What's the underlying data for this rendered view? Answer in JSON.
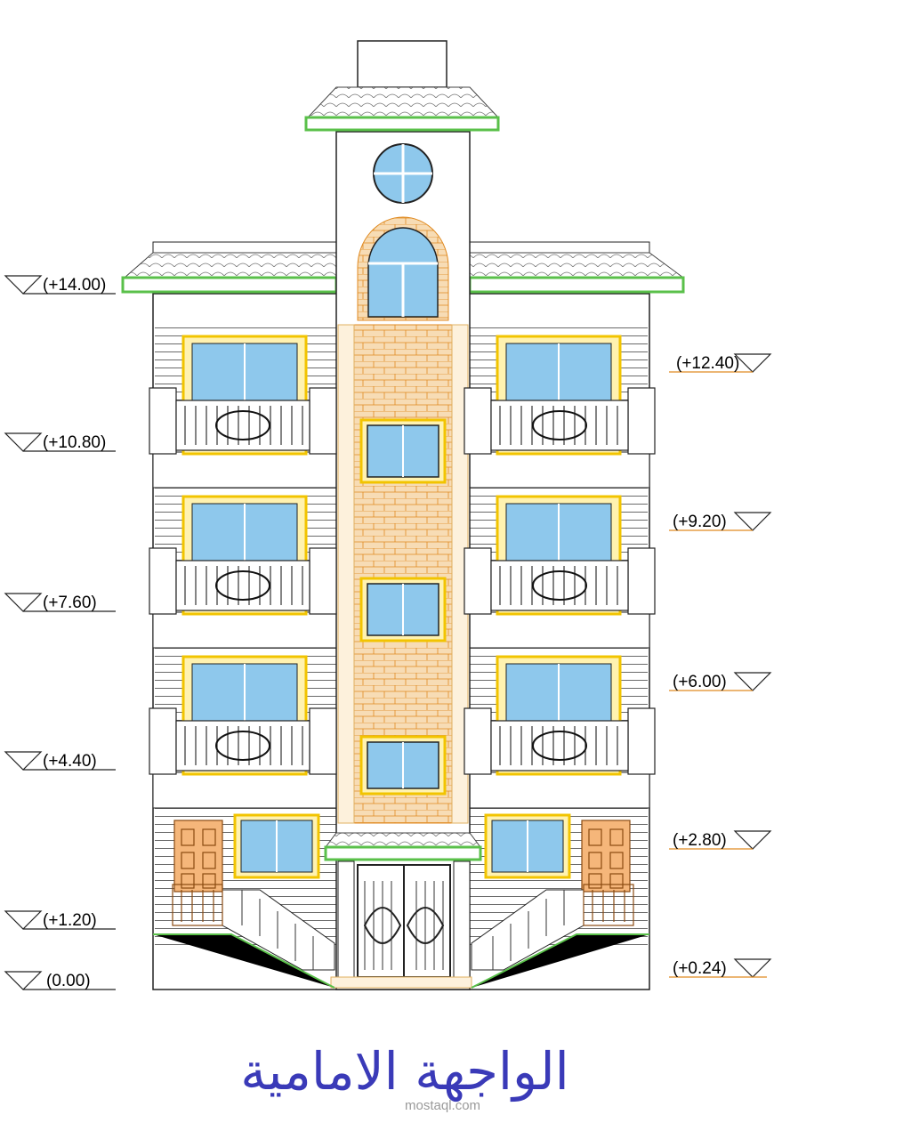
{
  "title": "الواجهة الامامية",
  "watermark": "mostaql.com",
  "left_levels": [
    "(+14.00)",
    "(+10.80)",
    "(+7.60)",
    "(+4.40)",
    "(+1.20)",
    "(0.00)"
  ],
  "right_levels": [
    "(+12.40)",
    "(+9.20)",
    "(+6.00)",
    "(+2.80)",
    "(+0.24)"
  ],
  "colors": {
    "glass": "#8ec8ec",
    "frame": "#f2c400",
    "brick": "#f7dcb5",
    "brick_line": "#e08a20",
    "roof_trim": "#7bdc6a",
    "door": "#f5b67a",
    "ink": "#222222",
    "title": "#3a3ab8"
  }
}
